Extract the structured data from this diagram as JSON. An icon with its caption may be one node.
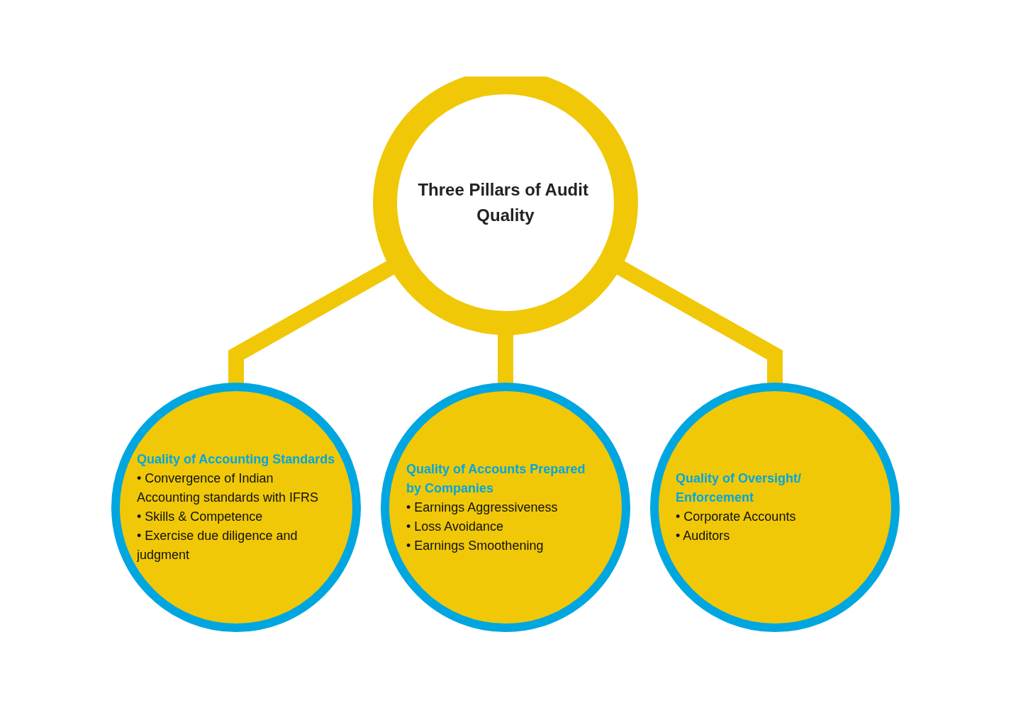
{
  "diagram": {
    "nodes": [
      {
        "text": [
          "Three Pillars of Audit Quality"
        ]
      },
      {
        "text": [
          "Quality of Accounting Standards",
          "• Convergence of Indian Accounting standards with IFRS",
          "• Skills & Competence",
          "• Exercise due diligence and judgment"
        ]
      },
      {
        "text": [
          "Quality of Accounts Prepared by Companies",
          "• Earnings Aggressiveness",
          "• Loss Avoidance",
          "• Earnings Smoothening"
        ]
      },
      {
        "text": [
          "Quality of Oversight/ Enforcement",
          "• Corporate Accounts",
          "• Auditors"
        ]
      }
    ],
    "edges": [
      {
        "from": 0,
        "to": 1,
        "arrow": "none"
      },
      {
        "from": 0,
        "to": 2,
        "arrow": "none"
      },
      {
        "from": 0,
        "to": 3,
        "arrow": "none"
      }
    ]
  }
}
